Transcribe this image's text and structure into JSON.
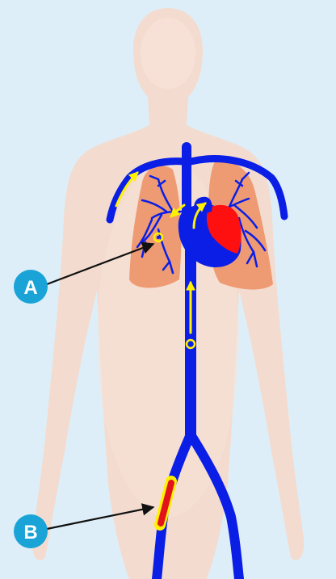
{
  "diagram": {
    "markers": [
      {
        "id": "A",
        "label": "A"
      },
      {
        "id": "B",
        "label": "B"
      }
    ],
    "colors": {
      "background": "#ddeef8",
      "body_silhouette": "#f3dccf",
      "body_inner_glow": "#f8e3d8",
      "lungs": "#ee9b73",
      "veins": "#0a1ee6",
      "heart_oxygenated": "#ff1010",
      "flow_arrows": "#fff200",
      "marker_circle": "#1aa3d6",
      "clot": "#e2141b",
      "pointer_line": "#111111"
    },
    "icons": [
      "human-body-silhouette",
      "lungs-icon",
      "heart-icon",
      "vein-network",
      "blood-clot-icon"
    ]
  }
}
